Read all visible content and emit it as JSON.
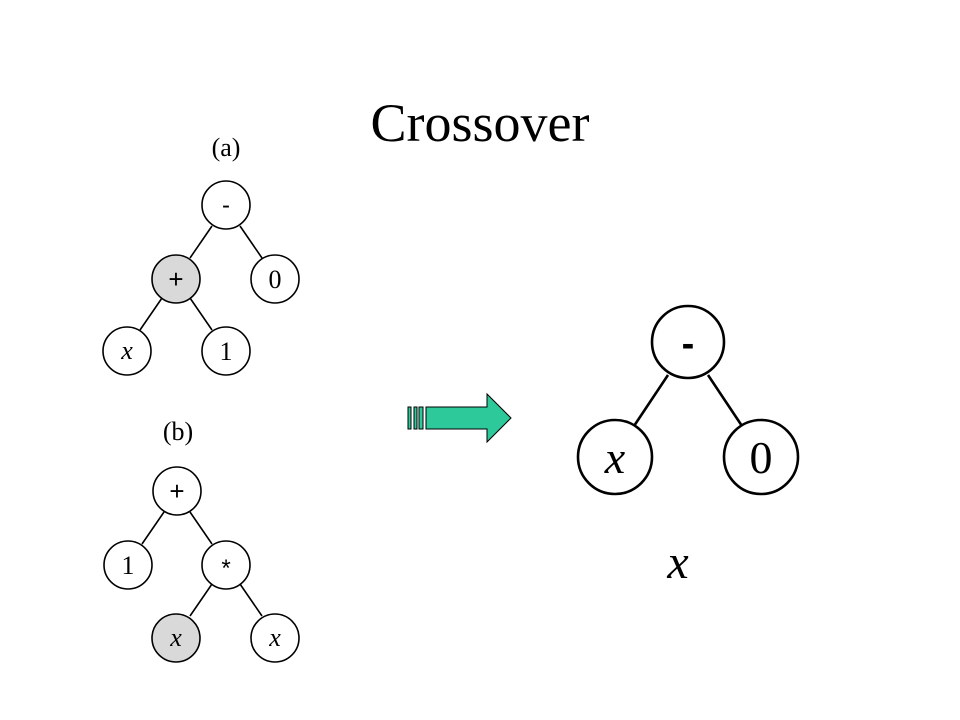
{
  "title": "Crossover",
  "colors": {
    "highlight_fill": "#d9d9d9",
    "node_fill": "#ffffff",
    "arrow_fill": "#2ec99b",
    "arrow_stroke": "#000000"
  },
  "tree_a": {
    "label": "(a)",
    "nodes": [
      "-",
      "+",
      "0",
      "x",
      "1"
    ],
    "highlighted": "+"
  },
  "tree_b": {
    "label": "(b)",
    "nodes": [
      "+",
      "1",
      "*",
      "x",
      "x"
    ],
    "highlighted": "x"
  },
  "result_tree": {
    "nodes": [
      "-",
      "x",
      "0"
    ]
  },
  "result_expression": "x",
  "arrow_icon": "right-arrow-icon"
}
